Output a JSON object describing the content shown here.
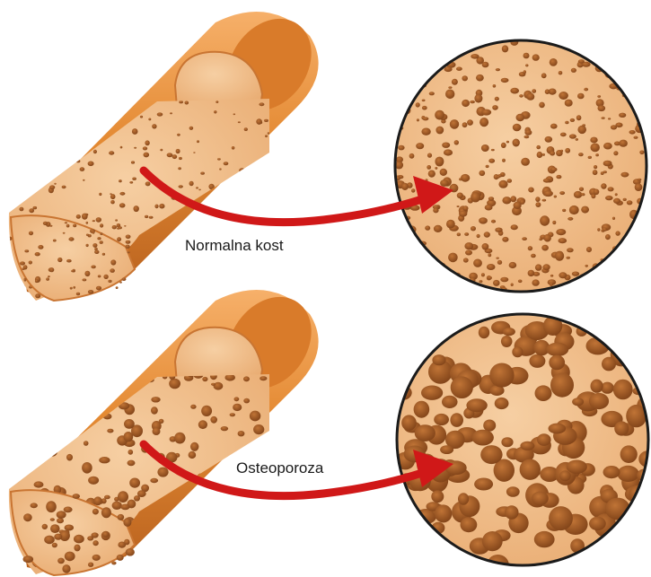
{
  "panels": [
    {
      "id": "normal",
      "label": "Normalna kost",
      "porosity": "low"
    },
    {
      "id": "osteoporosis",
      "label": "Osteoporoza",
      "porosity": "high"
    }
  ],
  "colors": {
    "bone_outer": "#e48a33",
    "bone_shadow": "#b8611e",
    "bone_highlight": "#f7b06a",
    "spongy_bg": "#f1c191",
    "pore": "#a9602c",
    "pore_dark": "#7b3f16",
    "arrow": "#d01818",
    "circle_border": "#1b1b1b"
  },
  "icons": [
    "curved-arrow-icon",
    "magnifier-circle"
  ]
}
